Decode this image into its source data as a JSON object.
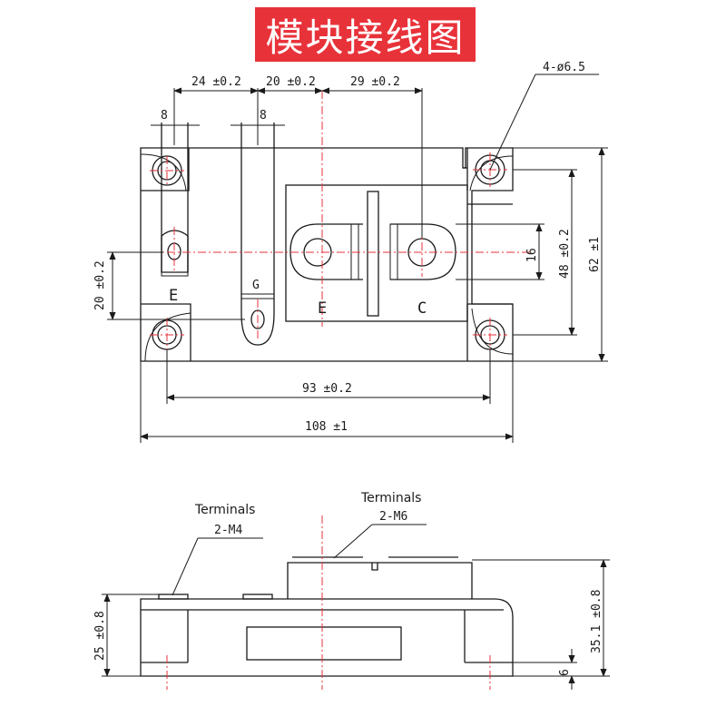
{
  "title": "模块接线图",
  "colors": {
    "accent": "#e8323a",
    "line": "#1a1a1a",
    "background": "#ffffff"
  },
  "top_view": {
    "dimensions": {
      "d1": "24 ±0.2",
      "d2": "20 ±0.2",
      "d3": "29 ±0.2",
      "hole_spec": "4-ø6.5",
      "tab_width_1": "8",
      "tab_width_2": "8",
      "h_20": "20 ±0.2",
      "h_16": "16",
      "h_48": "48 ±0.2",
      "h_62": "62 ±1",
      "w_93": "93 ±0.2",
      "w_108": "108 ±1"
    },
    "labels": {
      "left_e": "E",
      "gate": "G",
      "center_e": "E",
      "collector": "C"
    }
  },
  "side_view": {
    "label_small_1": "Terminals",
    "label_small_2": "2-M4",
    "label_large_1": "Terminals",
    "label_large_2": "2-M6",
    "h_25": "25 ±0.8",
    "h_35": "35.1 ±0.8",
    "h_6": "6"
  }
}
